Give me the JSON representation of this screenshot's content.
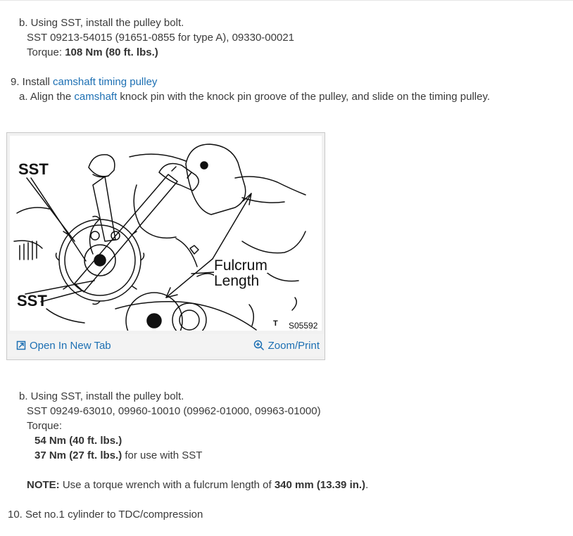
{
  "step_8b": {
    "instruction": "b. Using SST, install the pulley bolt.",
    "sst": "SST 09213-54015 (91651-0855 for type A), 09330-00021",
    "torque_label": "Torque: ",
    "torque_value": "108 Nm (80 ft. lbs.)"
  },
  "step_9": {
    "prefix": "9. Install ",
    "link": "camshaft timing pulley",
    "sub_a": {
      "prefix": "a. Align the ",
      "link": "camshaft",
      "rest": " knock pin with the knock pin groove of the pulley, and slide on the timing pulley."
    }
  },
  "figure": {
    "labels": {
      "sst_top": "SST",
      "sst_bottom": "SST",
      "fulcrum": "Fulcrum",
      "length": "Length",
      "code_t": "T",
      "code": "S05592"
    },
    "open_tab": "Open In New Tab",
    "zoom": "Zoom/Print",
    "link_color": "#1c6fb3"
  },
  "step_9b": {
    "instruction": "b. Using SST, install the pulley bolt.",
    "sst": "SST 09249-63010, 09960-10010 (09962-01000, 09963-01000)",
    "torque_label": "Torque:",
    "torque_1": "54 Nm (40 ft. lbs.)",
    "torque_2": "37 Nm (27 ft. lbs.)",
    "torque_2_suffix": " for use with SST",
    "note_label": "NOTE:",
    "note_text": " Use a torque wrench with a fulcrum length of ",
    "note_value": "340 mm (13.39 in.)",
    "note_end": "."
  },
  "step_10": {
    "text": "10. Set no.1 cylinder to TDC/compression"
  }
}
